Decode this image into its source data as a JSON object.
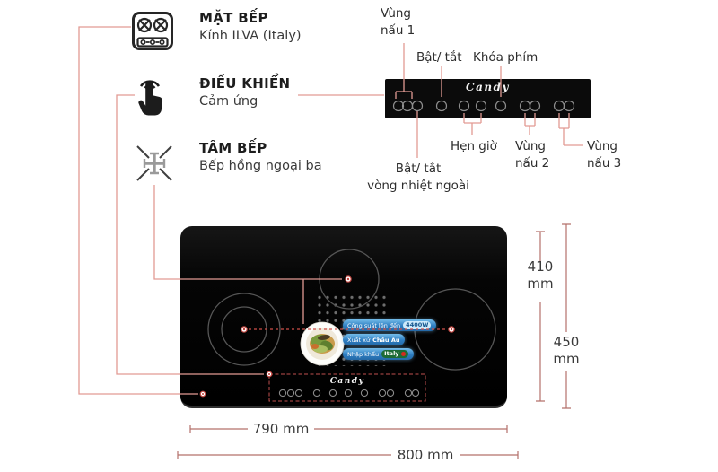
{
  "features": [
    {
      "title": "MẶT BẾP",
      "subtitle": "Kính ILVA (Italy)"
    },
    {
      "title": "ĐIỀU KHIỂN",
      "subtitle": "Cảm ứng"
    },
    {
      "title": "TÂM BẾP",
      "subtitle": "Bếp hồng ngoại ba"
    }
  ],
  "control_panel": {
    "brand": "Candy",
    "zone1_label": "Vùng nấu 1",
    "power_label": "Bật/ tắt",
    "lock_label": "Khóa phím",
    "outer_ring_label": {
      "line1": "Bật/ tắt",
      "line2": "vòng nhiệt ngoài"
    },
    "timer_label": "Hẹn giờ",
    "zone2_label": "Vùng nấu 2",
    "zone3_label": "Vùng nấu 3"
  },
  "cooktop": {
    "brand": "Candy",
    "badges": [
      {
        "text": "Công suất lên đến",
        "tag": "4400W"
      },
      {
        "text": "Xuất xứ",
        "tag": "Châu Âu"
      },
      {
        "text": "Nhập khẩu",
        "tag": "Italy"
      }
    ]
  },
  "dimensions": {
    "inner_depth": "410 mm",
    "outer_depth": "450 mm",
    "inner_width": "790 mm",
    "outer_width": "800 mm"
  },
  "colors": {
    "connector_line": "#e29a93",
    "dimension_line": "#b4706b",
    "accent_red": "#c0443e",
    "badge_blue": "#2e7ec2"
  }
}
